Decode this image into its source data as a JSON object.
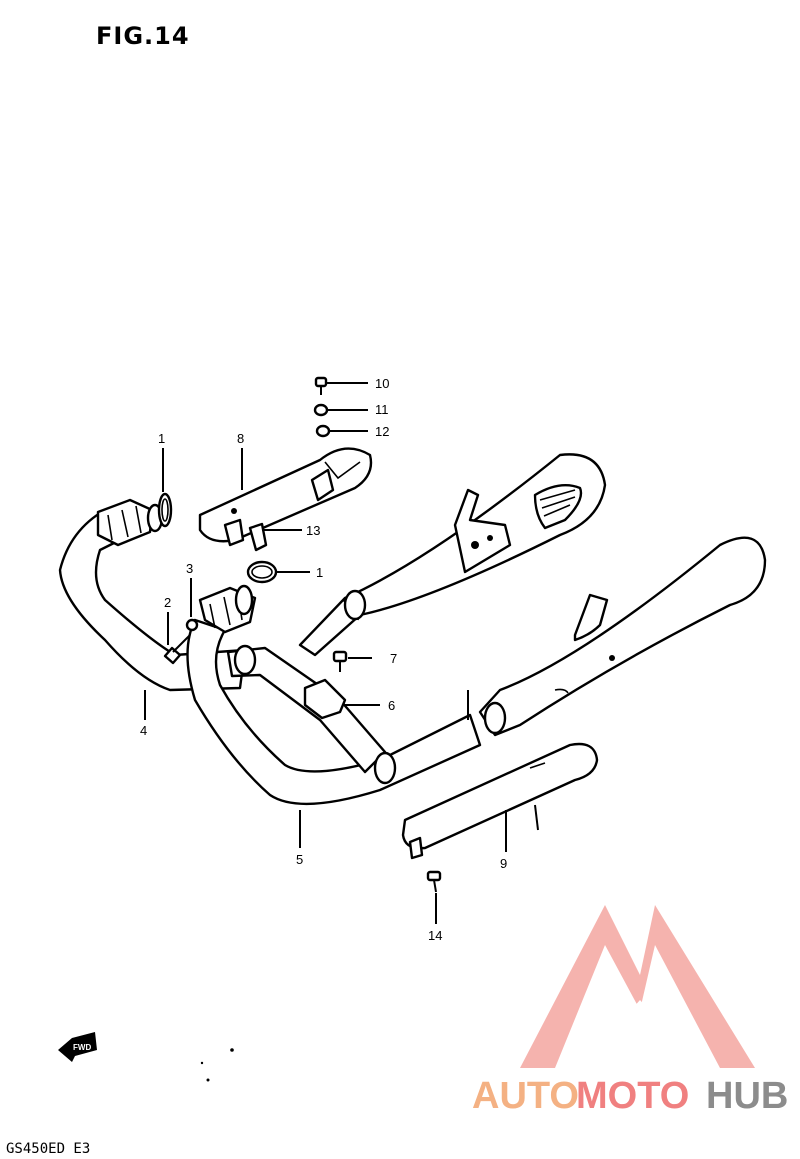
{
  "figure": {
    "title": "FIG.14",
    "model_code": "GS450ED E3",
    "fwd_badge": "FWD"
  },
  "callouts": [
    {
      "id": "c10",
      "number": "10",
      "part": "bolt"
    },
    {
      "id": "c11",
      "number": "11",
      "part": "nut"
    },
    {
      "id": "c12",
      "number": "12",
      "part": "washer"
    },
    {
      "id": "c1a",
      "number": "1",
      "part": "exhaust-gasket"
    },
    {
      "id": "c8",
      "number": "8",
      "part": "heat-cover-upper"
    },
    {
      "id": "c13",
      "number": "13",
      "part": "clamp"
    },
    {
      "id": "c1b",
      "number": "1",
      "part": "exhaust-gasket"
    },
    {
      "id": "c3",
      "number": "3",
      "part": "washer"
    },
    {
      "id": "c2",
      "number": "2",
      "part": "bolt"
    },
    {
      "id": "c4",
      "number": "4",
      "part": "exhaust-pipe-left"
    },
    {
      "id": "c7",
      "number": "7",
      "part": "bolt"
    },
    {
      "id": "c6",
      "number": "6",
      "part": "clamp"
    },
    {
      "id": "c5",
      "number": "5",
      "part": "exhaust-pipe-right"
    },
    {
      "id": "c9",
      "number": "9",
      "part": "heat-cover-lower"
    },
    {
      "id": "c14",
      "number": "14",
      "part": "screw"
    }
  ],
  "watermark": {
    "part1": "AUTO",
    "part2": "MOTO",
    "part3": "HUB",
    "colors": {
      "auto": "#f4b183",
      "moto": "#f08080",
      "hub": "#8c8c8c",
      "logo": "#f28b82"
    }
  }
}
